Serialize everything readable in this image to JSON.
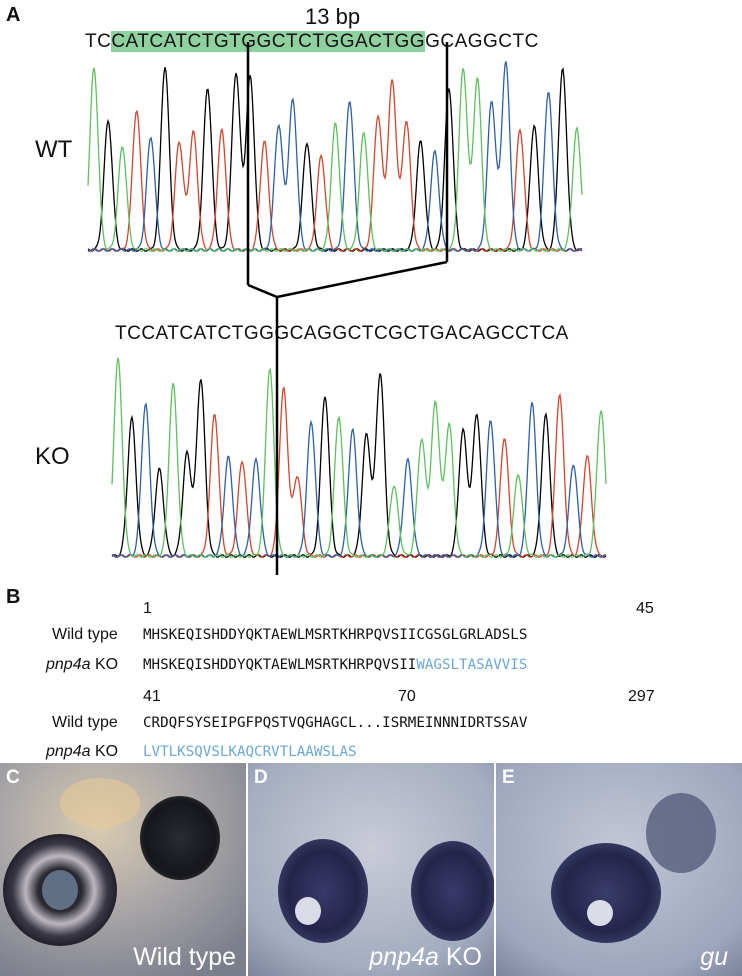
{
  "panel_a": {
    "letter": "A",
    "bp_label": "13 bp",
    "wt_label": "WT",
    "ko_label": "KO",
    "wt_seq_pre": "TC",
    "wt_seq_highlight_1": "CATCATCTG",
    "wt_seq_highlight_2": "TGGCTCTGGACTG",
    "wt_seq_highlight_3": "G",
    "wt_seq_post": "GCAGGCTC",
    "ko_seq": "TCCATCATCTGGGCAGGCTCGCTGACAGCCTCA",
    "highlight_color": "#8fd19e"
  },
  "panel_b": {
    "letter": "B",
    "block1": {
      "num_start": "1",
      "num_end": "45",
      "wt_label": "Wild type",
      "wt_seq": "MHSKEQISHDDYQKTAEWLMSRTKHRPQVSIICGSGLGRLADSLS",
      "ko_label_italic": "pnp4a",
      "ko_label_rest": " KO",
      "ko_seq_black": "MHSKEQISHDDYQKTAEWLMSRTKHRPQVSII",
      "ko_seq_blue": "WAGSLTASAVVIS"
    },
    "block2": {
      "num_start": "41",
      "num_mid": "70",
      "num_end": "297",
      "wt_label": "Wild type",
      "wt_seq": "CRDQFSYSEIPGFPQSTVQGHAGCL...ISRMEINNNIDRTSSAV",
      "ko_label_italic": "pnp4a",
      "ko_label_rest": " KO",
      "ko_seq_blue": "LVTLKSQVSLKAQCRVTLAAWSLAS"
    },
    "mutant_color": "#6aa7d6"
  },
  "photos": [
    {
      "letter": "C",
      "caption": "Wild type",
      "italic": false
    },
    {
      "letter": "D",
      "caption_italic": "pnp4a",
      "caption_rest": " KO",
      "italic": true
    },
    {
      "letter": "E",
      "caption": "gu",
      "italic": true
    }
  ]
}
